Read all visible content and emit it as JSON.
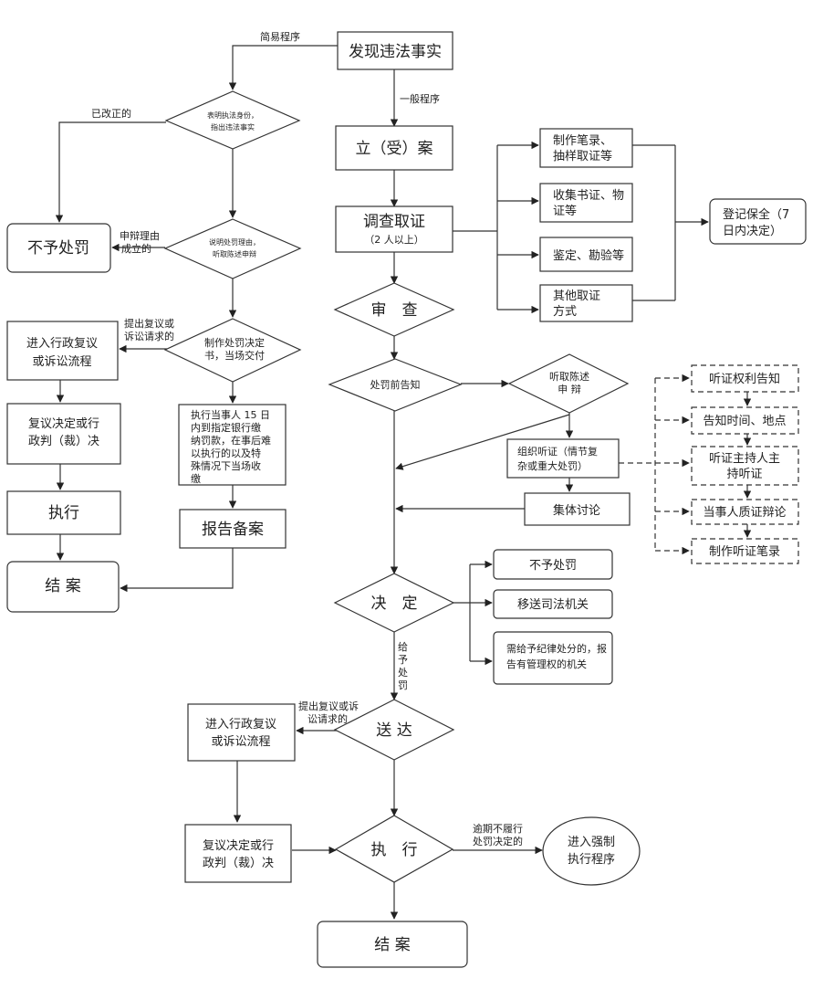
{
  "nodes": {
    "discover": "发现违法事实",
    "register": "立（受）案",
    "investigate": [
      "调查取证",
      "（2 人以上）"
    ],
    "record": [
      "制作笔录、",
      "抽样取证等"
    ],
    "collect": [
      "收集书证、物",
      "证等"
    ],
    "appraise": "鉴定、勘验等",
    "other_evidence": [
      "其他取证",
      "方式"
    ],
    "preserve": [
      "登记保全（7",
      "日内决定）"
    ],
    "review": "审　查",
    "pre_notice": "处罚前告知",
    "listen": [
      "听取陈述",
      "申  辩"
    ],
    "hearing": [
      "组织听证（情节复",
      "杂或重大处罚）"
    ],
    "discussion": "集体讨论",
    "h_right": "听证权利告知",
    "h_time": "告知时间、地点",
    "h_host": [
      "听证主持人主",
      "持听证"
    ],
    "h_debate": "当事人质证辩论",
    "h_record": "制作听证笔录",
    "decide": "决　定",
    "no_penalty_r": "不予处罚",
    "transfer": "移送司法机关",
    "discipline": [
      "需给予纪律处分的，报",
      "告有管理权的机关"
    ],
    "deliver": "送  达",
    "admin_review_r": [
      "进入行政复议",
      "或诉讼流程"
    ],
    "review_decision_r": [
      "复议决定或行",
      "政判（裁）决"
    ],
    "execute_r": "执　行",
    "enforce": [
      "进入强制",
      "执行程序"
    ],
    "close_r": "结  案",
    "s_identity": [
      "表明执法身份，",
      "指出违法事实"
    ],
    "s_explain": [
      "说明处罚理由，",
      "听取陈述申辩"
    ],
    "s_decision": [
      "制作处罚决定",
      "书，当场交付"
    ],
    "no_penalty_l": "不予处罚",
    "admin_review_l": [
      "进入行政复议",
      "或诉讼流程"
    ],
    "review_decision_l": [
      "复议决定或行",
      "政判（裁）决"
    ],
    "execute_l": "执行",
    "close_l": "结  案",
    "pay": [
      "执行当事人 15 日",
      "内到指定银行缴",
      "纳罚款，在事后难",
      "以执行的以及特",
      "殊情况下当场收",
      "缴"
    ],
    "report": "报告备案"
  },
  "labels": {
    "simple": "简易程序",
    "general": "一般程序",
    "corrected": "已改正的",
    "defense": [
      "申辩理由",
      "成立的"
    ],
    "appeal_l": [
      "提出复议或",
      "诉讼请求的"
    ],
    "give_penalty": [
      "给",
      "予",
      "处",
      "罚"
    ],
    "appeal_r": [
      "提出复议或诉",
      "讼请求的"
    ],
    "overdue": [
      "逾期不履行",
      "处罚决定的"
    ]
  }
}
